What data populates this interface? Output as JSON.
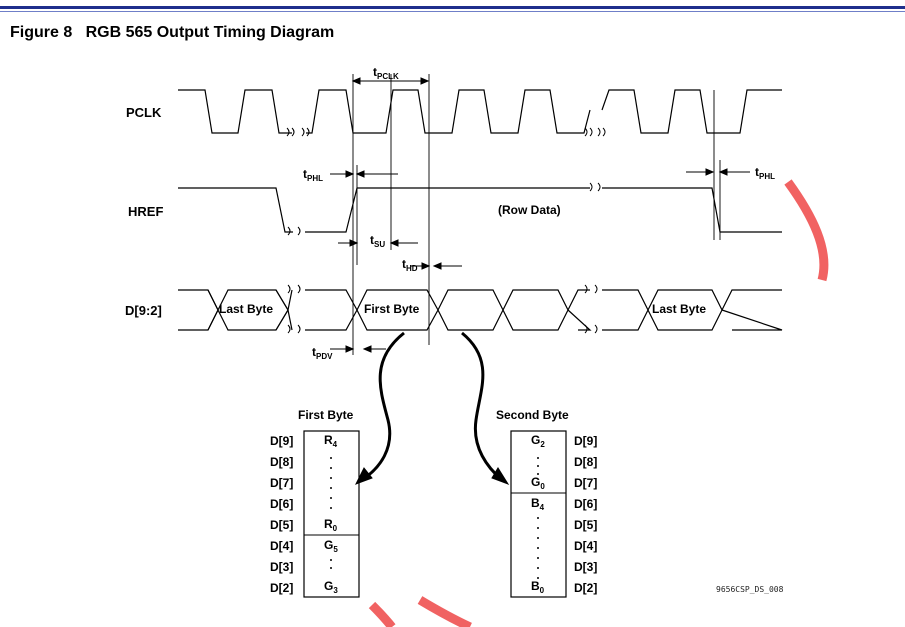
{
  "figure": {
    "number": "Figure 8",
    "title": "RGB 565 Output Timing Diagram",
    "code": "9656CSP_DS_008"
  },
  "signals": {
    "pclk": "PCLK",
    "href": "HREF",
    "data": "D[9:2]"
  },
  "timing": {
    "tpclk": {
      "base": "t",
      "sub": "PCLK"
    },
    "tphl_left": {
      "base": "t",
      "sub": "PHL"
    },
    "tphl_right": {
      "base": "t",
      "sub": "PHL"
    },
    "tsu": {
      "base": "t",
      "sub": "SU"
    },
    "thd": {
      "base": "t",
      "sub": "HD"
    },
    "tpdv": {
      "base": "t",
      "sub": "PDV"
    }
  },
  "waveform_labels": {
    "row_data": "(Row Data)",
    "last_byte_left": "Last Byte",
    "first_byte": "First Byte",
    "last_byte_right": "Last Byte"
  },
  "first_byte": {
    "title": "First Byte",
    "pins": [
      "D[9]",
      "D[8]",
      "D[7]",
      "D[6]",
      "D[5]",
      "D[4]",
      "D[3]",
      "D[2]"
    ],
    "r4": {
      "base": "R",
      "sub": "4"
    },
    "r0": {
      "base": "R",
      "sub": "0"
    },
    "g5": {
      "base": "G",
      "sub": "5"
    },
    "g3": {
      "base": "G",
      "sub": "3"
    }
  },
  "second_byte": {
    "title": "Second Byte",
    "pins": [
      "D[9]",
      "D[8]",
      "D[7]",
      "D[6]",
      "D[5]",
      "D[4]",
      "D[3]",
      "D[2]"
    ],
    "g2": {
      "base": "G",
      "sub": "2"
    },
    "g0": {
      "base": "G",
      "sub": "0"
    },
    "b4": {
      "base": "B",
      "sub": "4"
    },
    "b0": {
      "base": "B",
      "sub": "0"
    }
  },
  "colors": {
    "header_bar": "#1f2f8c",
    "watermark": "#e8191f"
  }
}
